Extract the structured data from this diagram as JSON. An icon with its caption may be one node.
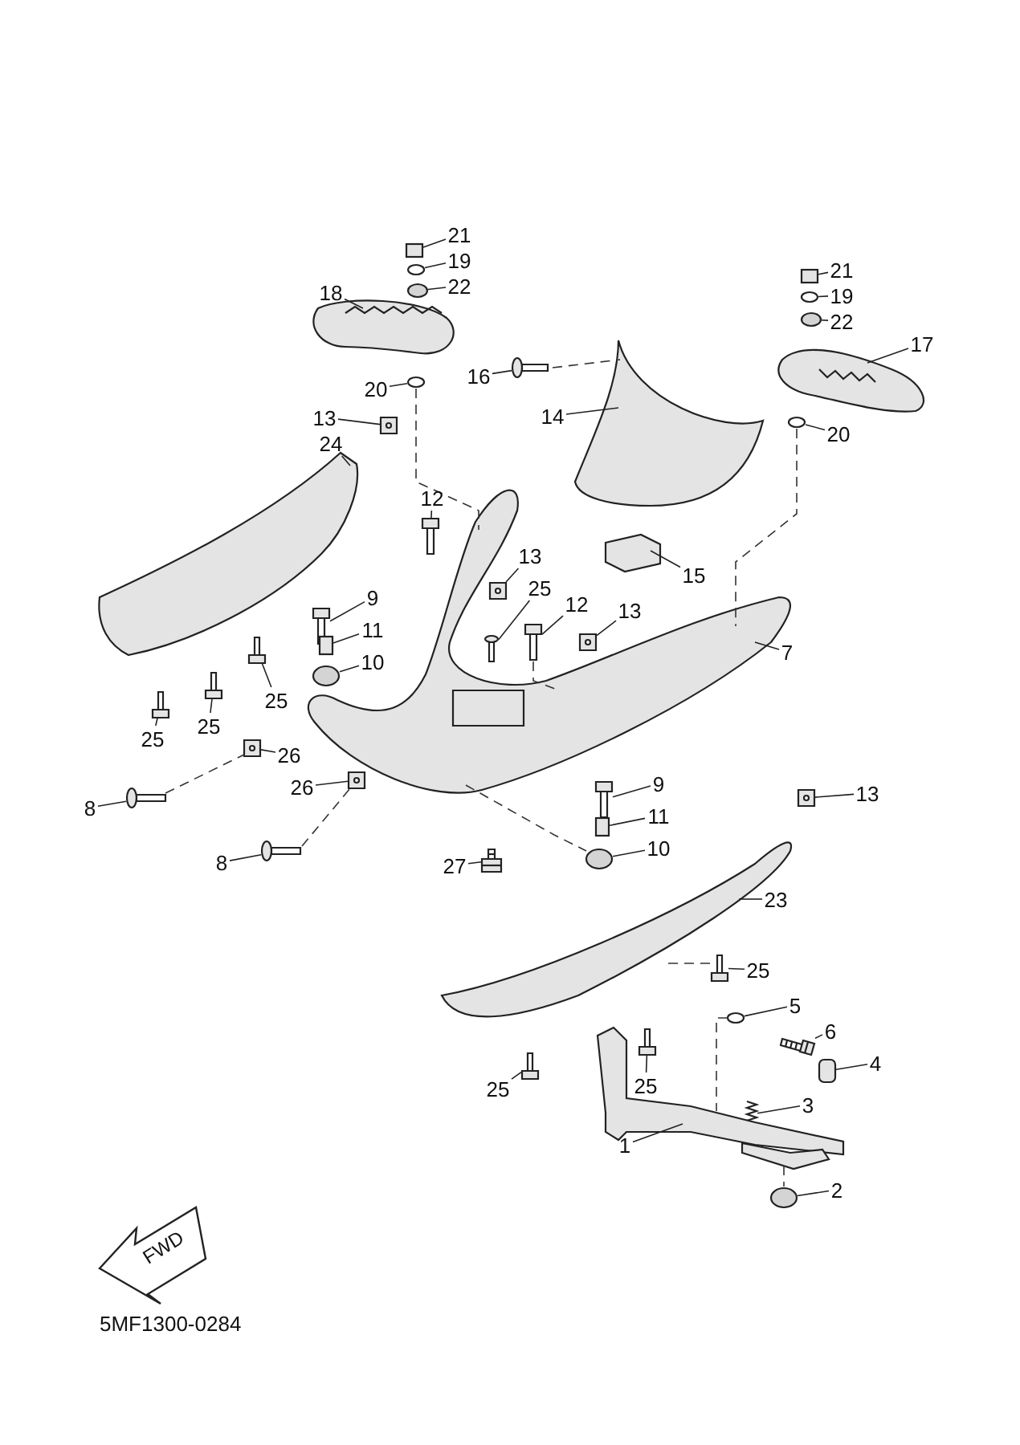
{
  "diagram": {
    "nodes": [
      {
        "text": [
          "21"
        ]
      },
      {
        "text": [
          "19"
        ]
      },
      {
        "text": [
          "22"
        ]
      },
      {
        "text": [
          "18"
        ]
      },
      {
        "text": [
          "21"
        ]
      },
      {
        "text": [
          "19"
        ]
      },
      {
        "text": [
          "22"
        ]
      },
      {
        "text": [
          "17"
        ]
      },
      {
        "text": [
          "20"
        ]
      },
      {
        "text": [
          "16"
        ]
      },
      {
        "text": [
          "14"
        ]
      },
      {
        "text": [
          "20"
        ]
      },
      {
        "text": [
          "13"
        ]
      },
      {
        "text": [
          "24"
        ]
      },
      {
        "text": [
          "12"
        ]
      },
      {
        "text": [
          "15"
        ]
      },
      {
        "text": [
          "13"
        ]
      },
      {
        "text": [
          "25"
        ]
      },
      {
        "text": [
          "12"
        ]
      },
      {
        "text": [
          "9"
        ]
      },
      {
        "text": [
          "13"
        ]
      },
      {
        "text": [
          "11"
        ]
      },
      {
        "text": [
          "7"
        ]
      },
      {
        "text": [
          "10"
        ]
      },
      {
        "text": [
          "25"
        ]
      },
      {
        "text": [
          "25"
        ]
      },
      {
        "text": [
          "25"
        ]
      },
      {
        "text": [
          "26"
        ]
      },
      {
        "text": [
          "26"
        ]
      },
      {
        "text": [
          "8"
        ]
      },
      {
        "text": [
          "9"
        ]
      },
      {
        "text": [
          "13"
        ]
      },
      {
        "text": [
          "11"
        ]
      },
      {
        "text": [
          "8"
        ]
      },
      {
        "text": [
          "27"
        ]
      },
      {
        "text": [
          "10"
        ]
      },
      {
        "text": [
          "23"
        ]
      },
      {
        "text": [
          "25"
        ]
      },
      {
        "text": [
          "5"
        ]
      },
      {
        "text": [
          "6"
        ]
      },
      {
        "text": [
          "4"
        ]
      },
      {
        "text": [
          "25"
        ]
      },
      {
        "text": [
          "25"
        ]
      },
      {
        "text": [
          "3"
        ]
      },
      {
        "text": [
          "1"
        ]
      },
      {
        "text": [
          "2"
        ]
      },
      {
        "text": [],
        "shape": "box"
      },
      {
        "text": [],
        "shape": "circle"
      },
      {
        "text": [],
        "shape": "circle"
      },
      {
        "text": [],
        "shape": "picture"
      },
      {
        "text": [],
        "shape": "box"
      },
      {
        "text": [],
        "shape": "circle"
      },
      {
        "text": [],
        "shape": "circle"
      },
      {
        "text": [],
        "shape": "picture"
      },
      {
        "text": [],
        "shape": "circle"
      },
      {
        "text": [],
        "shape": "picture"
      },
      {
        "text": [],
        "shape": "picture"
      },
      {
        "text": [],
        "shape": "circle"
      },
      {
        "text": [],
        "shape": "picture"
      },
      {
        "text": [],
        "shape": "picture"
      },
      {
        "text": [],
        "shape": "picture"
      },
      {
        "text": [],
        "shape": "picture"
      },
      {
        "text": [],
        "shape": "picture"
      },
      {
        "text": [],
        "shape": "picture"
      },
      {
        "text": [],
        "shape": "picture"
      },
      {
        "text": [],
        "shape": "picture"
      },
      {
        "text": [],
        "shape": "picture"
      },
      {
        "text": [],
        "shape": "box"
      },
      {
        "text": [],
        "shape": "picture"
      },
      {
        "text": [],
        "shape": "circle"
      },
      {
        "text": [],
        "shape": "picture"
      },
      {
        "text": [],
        "shape": "picture"
      },
      {
        "text": [],
        "shape": "picture"
      },
      {
        "text": [],
        "shape": "picture"
      },
      {
        "text": [],
        "shape": "picture"
      },
      {
        "text": [],
        "shape": "picture"
      },
      {
        "text": [],
        "shape": "picture"
      },
      {
        "text": [],
        "shape": "picture"
      },
      {
        "text": [],
        "shape": "box"
      },
      {
        "text": [],
        "shape": "picture"
      },
      {
        "text": [],
        "shape": "picture"
      },
      {
        "text": [],
        "shape": "circle"
      },
      {
        "text": [],
        "shape": "picture"
      },
      {
        "text": [],
        "shape": "picture"
      },
      {
        "text": [],
        "shape": "circle"
      },
      {
        "text": [],
        "shape": "picture"
      },
      {
        "text": [],
        "shape": "box"
      },
      {
        "text": [],
        "shape": "picture"
      },
      {
        "text": [],
        "shape": "picture"
      },
      {
        "text": [],
        "shape": "picture"
      },
      {
        "text": [],
        "shape": "picture"
      },
      {
        "text": [],
        "shape": "circle"
      }
    ],
    "edges": [
      {
        "from": 0,
        "to": 46,
        "arrow": "none"
      },
      {
        "from": 1,
        "to": 47,
        "arrow": "none"
      },
      {
        "from": 2,
        "to": 48,
        "arrow": "none"
      },
      {
        "from": 3,
        "to": 49,
        "arrow": "none"
      },
      {
        "from": 4,
        "to": 50,
        "arrow": "none"
      },
      {
        "from": 5,
        "to": 51,
        "arrow": "none"
      },
      {
        "from": 6,
        "to": 52,
        "arrow": "none"
      },
      {
        "from": 7,
        "to": 53,
        "arrow": "none"
      },
      {
        "from": 8,
        "to": 54,
        "arrow": "none"
      },
      {
        "from": 9,
        "to": 55,
        "arrow": "none"
      },
      {
        "from": 10,
        "to": 56,
        "arrow": "none"
      },
      {
        "from": 11,
        "to": 57,
        "arrow": "none"
      },
      {
        "from": 12,
        "to": 58,
        "arrow": "none"
      },
      {
        "from": 13,
        "to": 59,
        "arrow": "none"
      },
      {
        "from": 14,
        "to": 60,
        "arrow": "none"
      },
      {
        "from": 15,
        "to": 61,
        "arrow": "none"
      },
      {
        "from": 16,
        "to": 62,
        "arrow": "none"
      },
      {
        "from": 17,
        "to": 63,
        "arrow": "none"
      },
      {
        "from": 18,
        "to": 64,
        "arrow": "none"
      },
      {
        "from": 19,
        "to": 65,
        "arrow": "none"
      },
      {
        "from": 20,
        "to": 66,
        "arrow": "none"
      },
      {
        "from": 21,
        "to": 67,
        "arrow": "none"
      },
      {
        "from": 22,
        "to": 68,
        "arrow": "none"
      },
      {
        "from": 23,
        "to": 69,
        "arrow": "none"
      },
      {
        "from": 24,
        "to": 70,
        "arrow": "none"
      },
      {
        "from": 25,
        "to": 71,
        "arrow": "none"
      },
      {
        "from": 26,
        "to": 72,
        "arrow": "none"
      },
      {
        "from": 27,
        "to": 73,
        "arrow": "none"
      },
      {
        "from": 28,
        "to": 74,
        "arrow": "none"
      },
      {
        "from": 29,
        "to": 75,
        "arrow": "none"
      },
      {
        "from": 30,
        "to": 76,
        "arrow": "none"
      },
      {
        "from": 31,
        "to": 77,
        "arrow": "none"
      },
      {
        "from": 32,
        "to": 78,
        "arrow": "none"
      },
      {
        "from": 33,
        "to": 79,
        "arrow": "none"
      },
      {
        "from": 34,
        "to": 80,
        "arrow": "none"
      },
      {
        "from": 35,
        "to": 81,
        "arrow": "none"
      },
      {
        "from": 36,
        "to": 82,
        "arrow": "none"
      },
      {
        "from": 37,
        "to": 83,
        "arrow": "none"
      },
      {
        "from": 38,
        "to": 84,
        "arrow": "none"
      },
      {
        "from": 39,
        "to": 85,
        "arrow": "none"
      },
      {
        "from": 40,
        "to": 86,
        "arrow": "none"
      },
      {
        "from": 41,
        "to": 87,
        "arrow": "none"
      },
      {
        "from": 42,
        "to": 88,
        "arrow": "none"
      },
      {
        "from": 43,
        "to": 89,
        "arrow": "none"
      },
      {
        "from": 44,
        "to": 90,
        "arrow": "none"
      },
      {
        "from": 45,
        "to": 91,
        "arrow": "none"
      },
      {
        "from": 54,
        "to": 68,
        "arrow": "none",
        "style": "dashed"
      },
      {
        "from": 57,
        "to": 68,
        "arrow": "none",
        "style": "dashed"
      },
      {
        "from": 75,
        "to": 73,
        "arrow": "none",
        "style": "dashed"
      },
      {
        "from": 79,
        "to": 74,
        "arrow": "none",
        "style": "dashed"
      },
      {
        "from": 55,
        "to": 56,
        "arrow": "none",
        "style": "dashed"
      },
      {
        "from": 64,
        "to": 68,
        "arrow": "none",
        "style": "dashed"
      },
      {
        "from": 68,
        "to": 81,
        "arrow": "none",
        "style": "dashed"
      },
      {
        "from": 83,
        "to": 82,
        "arrow": "none",
        "style": "dashed"
      },
      {
        "from": 84,
        "to": 90,
        "arrow": "none",
        "style": "dashed"
      },
      {
        "from": 90,
        "to": 91,
        "arrow": "none",
        "style": "dashed"
      }
    ],
    "labels": [
      "FWD",
      "5MF1300-0284"
    ]
  }
}
